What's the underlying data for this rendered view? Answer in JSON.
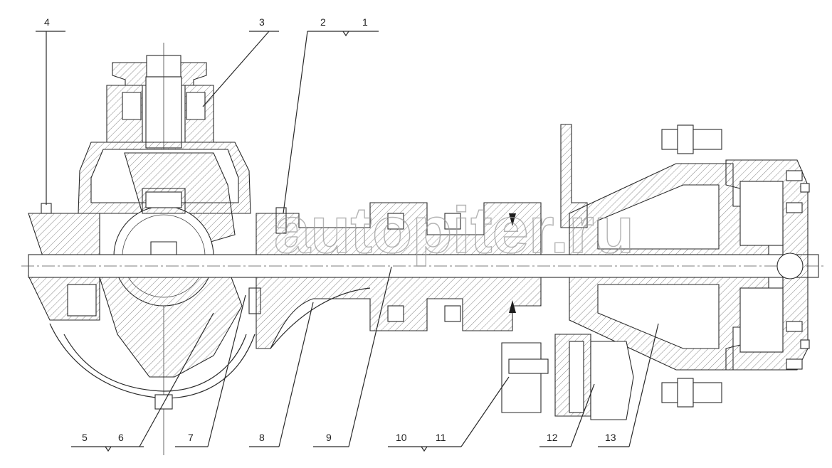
{
  "callouts": {
    "c1": "1",
    "c2": "2",
    "c3": "3",
    "c4": "4",
    "c5": "5",
    "c6": "6",
    "c7": "7",
    "c8": "8",
    "c9": "9",
    "c10": "10",
    "c11": "11",
    "c12": "12",
    "c13": "13"
  },
  "watermark": "autopiter.ru",
  "colors": {
    "line": "#2a2a2a",
    "background": "#ffffff",
    "watermark": "#9c9c9c"
  }
}
